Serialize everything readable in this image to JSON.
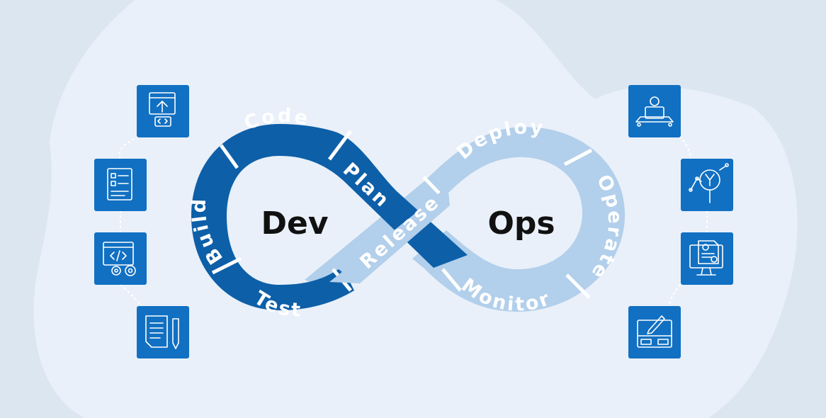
{
  "diagram": {
    "left_label": "Dev",
    "right_label": "Ops",
    "stages": {
      "code": "Code",
      "plan": "Plan",
      "build": "Build",
      "test": "Test",
      "release": "Release",
      "deploy": "Deploy",
      "operate": "Operate",
      "monitor": "Monitor"
    }
  },
  "icons": {
    "left": [
      "upload-code-icon",
      "checklist-icon",
      "code-settings-icon",
      "document-pencil-icon"
    ],
    "right": [
      "developer-laptop-icon",
      "analytics-search-icon",
      "invoice-monitor-icon",
      "dashboard-edit-icon"
    ]
  },
  "colors": {
    "background": "#dce6f1",
    "blob": "#e9f0f9",
    "dev_dark": "#0d5fa8",
    "ops_light": "#b2cfeb",
    "tile": "#1170c2",
    "center_text": "#111111"
  }
}
